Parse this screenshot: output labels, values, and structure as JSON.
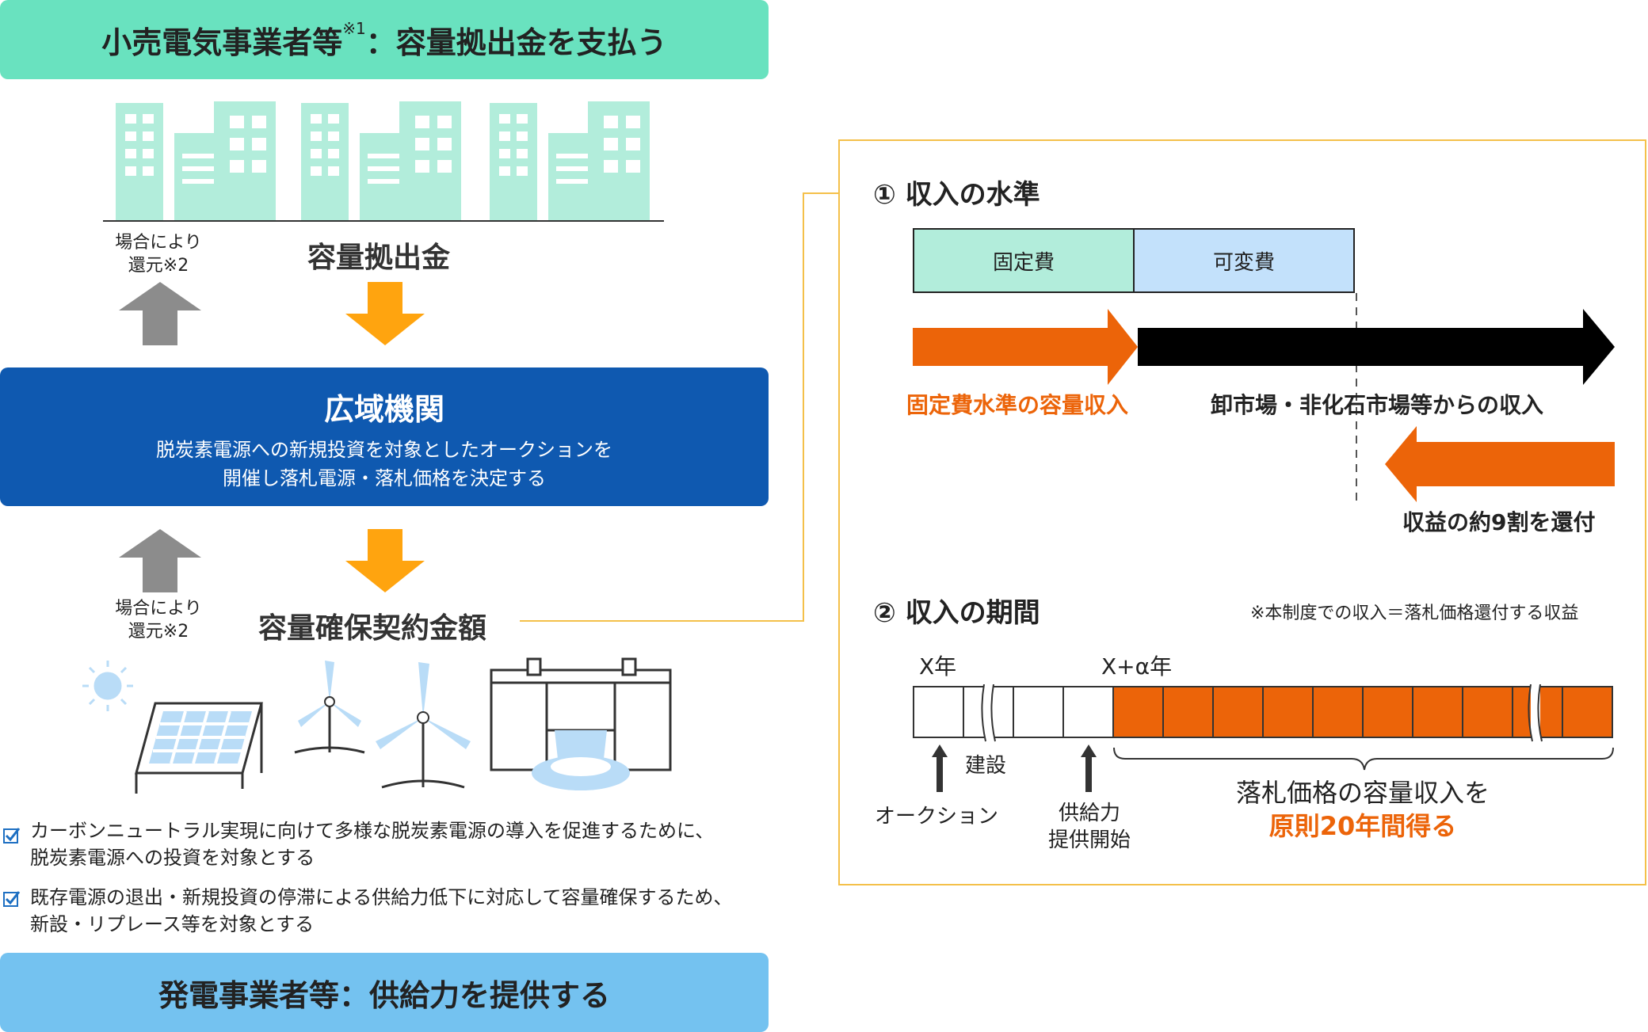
{
  "top_bar": {
    "main": "小売電気事業者等",
    "note": "※1",
    "rest": "：容量拠出金を支払う"
  },
  "upper": {
    "refund_note_line1": "場合により",
    "refund_note_line2": "還元※2",
    "contribution_label": "容量拠出金"
  },
  "org": {
    "title": "広域機関",
    "desc_line1": "脱炭素電源への新規投資を対象としたオークションを",
    "desc_line2": "開催し落札電源・落札価格を決定する"
  },
  "lower": {
    "refund_note_line1": "場合により",
    "refund_note_line2": "還元※2",
    "contract_label": "容量確保契約金額"
  },
  "checks": [
    {
      "line1": "カーボンニュートラル実現に向けて多様な脱炭素電源の導入を促進するために、",
      "line2": "脱炭素電源への投資を対象とする"
    },
    {
      "line1": "既存電源の退出・新規投資の停滞による供給力低下に対応して容量確保するため、",
      "line2": "新設・リプレース等を対象とする"
    }
  ],
  "bottom_bar": {
    "text": "発電事業者等：供給力を提供する"
  },
  "panel": {
    "section1": {
      "title": "① 収入の水準",
      "fixed_cost": "固定費",
      "variable_cost": "可変費",
      "capacity_income": "固定費水準の容量収入",
      "market_income": "卸市場・非化石市場等からの収入",
      "refund": "収益の約9割を還付"
    },
    "section2": {
      "title": "② 収入の期間",
      "note": "※本制度での収入＝落札価格還付する収益",
      "year_x": "X年",
      "year_xa": "X+α年",
      "construction": "建設",
      "auction": "オークション",
      "supply_line1": "供給力",
      "supply_line2": "提供開始",
      "income_line1": "落札価格の容量収入を",
      "income_line2": "原則20年間得る"
    }
  },
  "colors": {
    "teal": "#69e2bf",
    "light_teal": "#b2eddb",
    "blue": "#0f59b0",
    "light_blue": "#74c2f0",
    "orange": "#ec6409",
    "arrow_orange": "#ffa40f",
    "gray": "#8c8c8c",
    "panel_border": "#f4c04a"
  }
}
